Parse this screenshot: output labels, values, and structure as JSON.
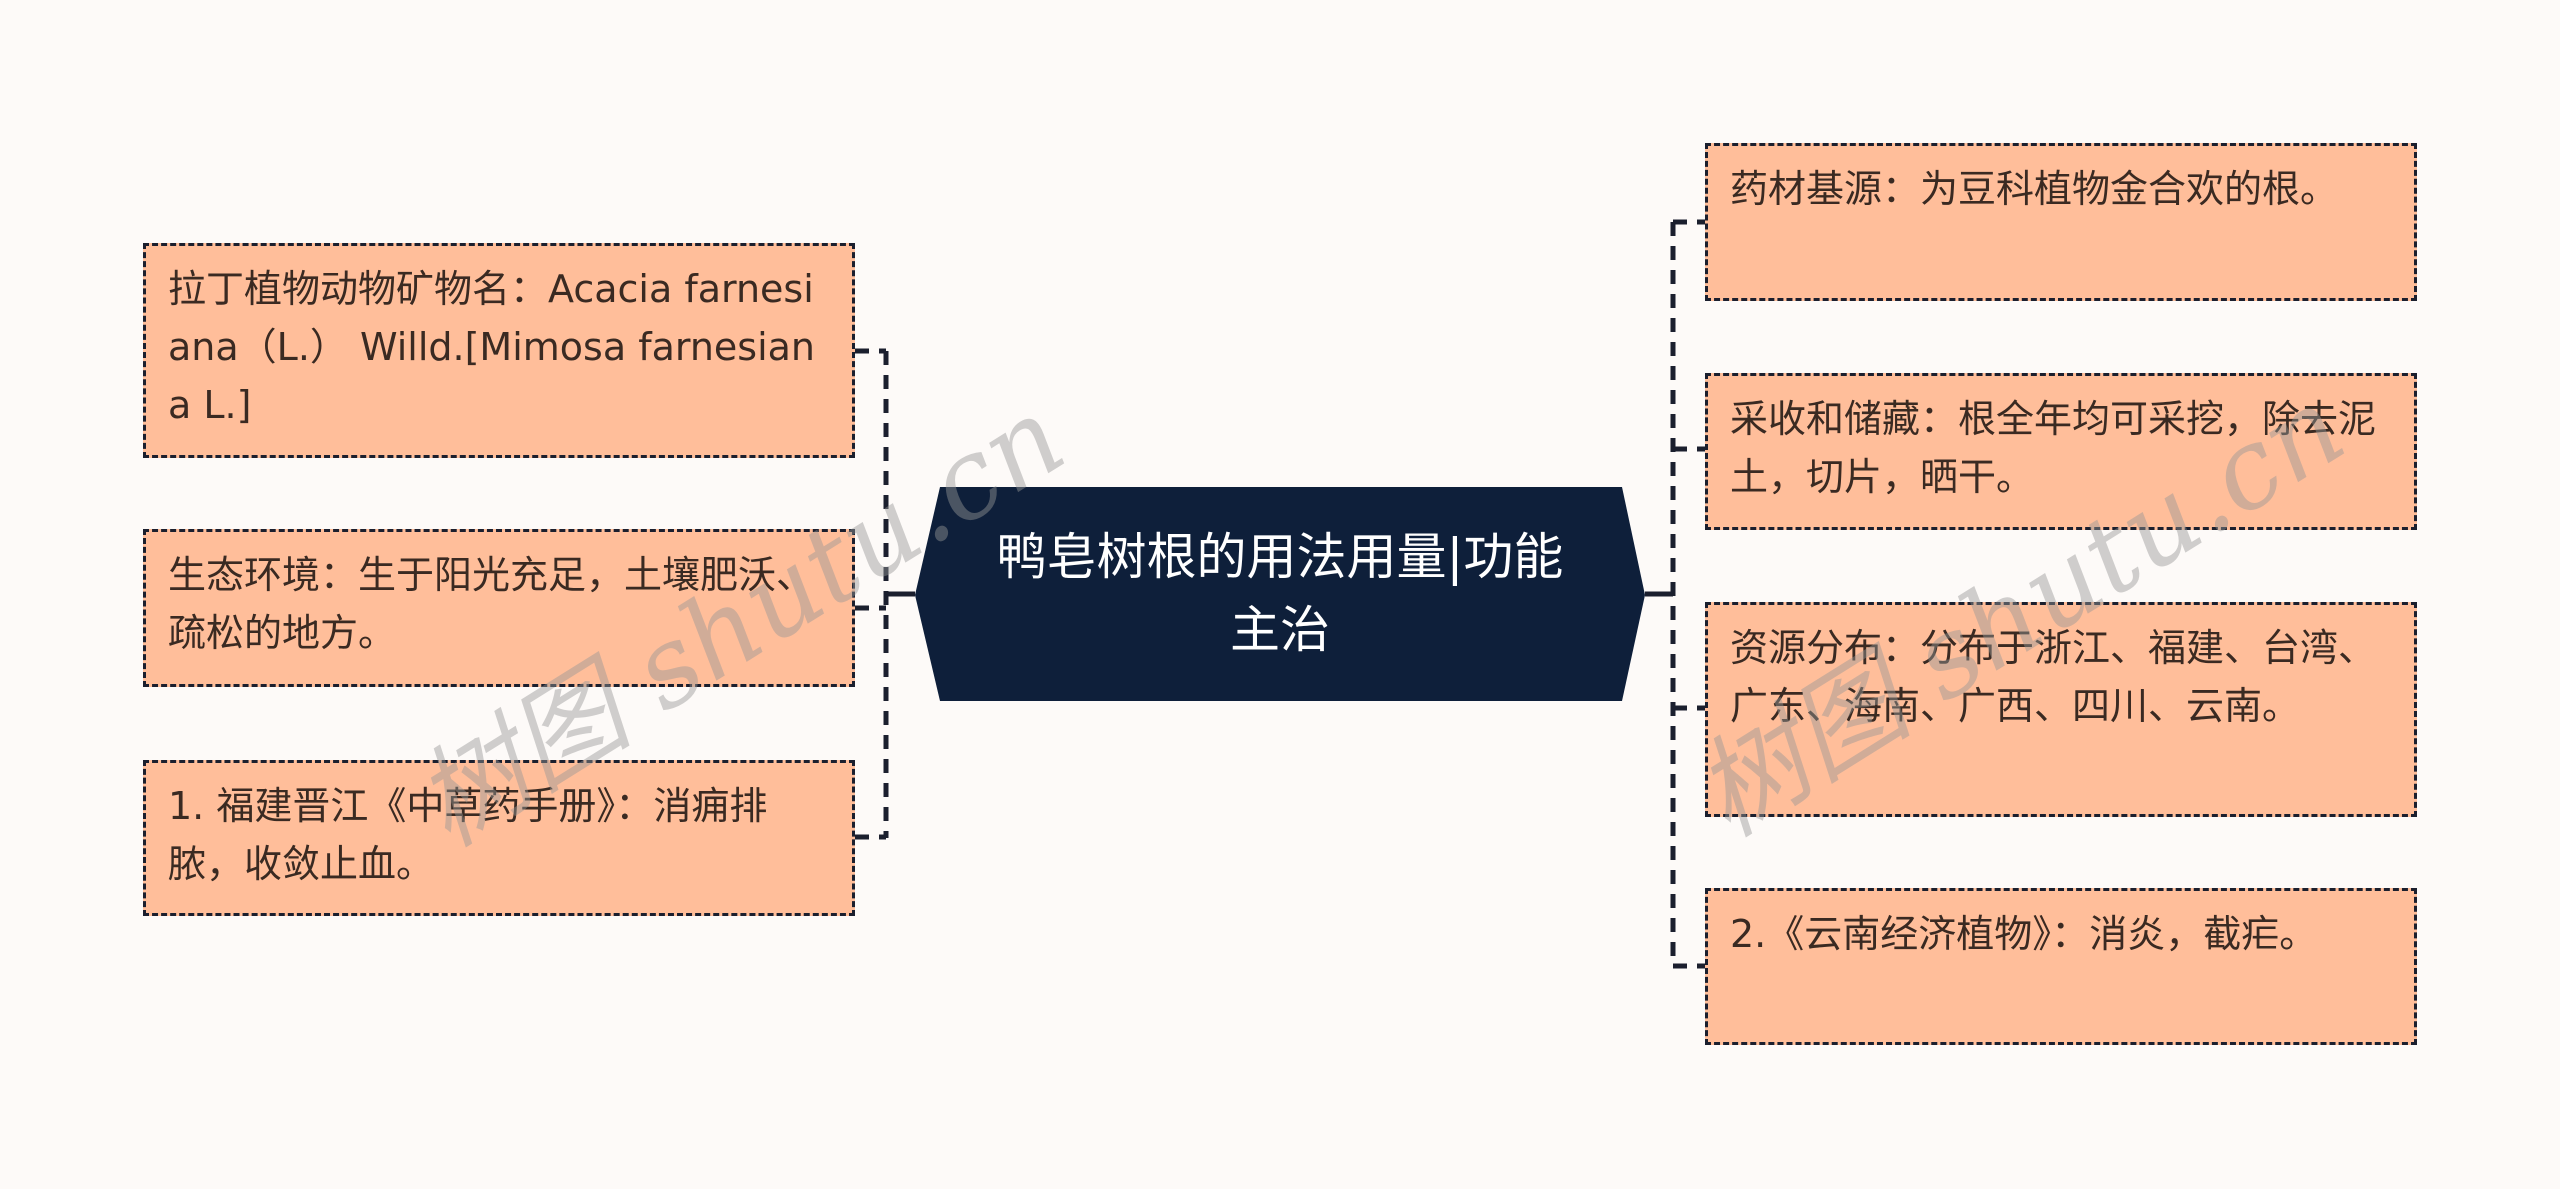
{
  "center": {
    "title_line1": "鸭皂树根的用法用量|功能",
    "title_line2": "主治"
  },
  "left_nodes": [
    {
      "text": "拉丁植物动物矿物名：Acacia farnesiana（L.） Willd.[Mimosa farnesiana L.]"
    },
    {
      "text": "生态环境：生于阳光充足，土壤肥沃、疏松的地方。"
    },
    {
      "text": "1. 福建晋江《中草药手册》：消痈排脓，收敛止血。"
    }
  ],
  "right_nodes": [
    {
      "text": "药材基源：为豆科植物金合欢的根。"
    },
    {
      "text": "采收和储藏：根全年均可采挖，除去泥土，切片，晒干。"
    },
    {
      "text": "资源分布：分布于浙江、福建、台湾、广东、海南、广西、四川、云南。"
    },
    {
      "text": "2.《云南经济植物》：消炎，截疟。"
    }
  ],
  "watermarks": [
    "树图 shutu.cn",
    "树图 shutu.cn"
  ],
  "colors": {
    "background": "#fdfaf8",
    "node_fill": "#ffbe9a",
    "node_border": "#1b1f2e",
    "center_fill": "#0e1f3a",
    "text": "#3a2a22"
  }
}
